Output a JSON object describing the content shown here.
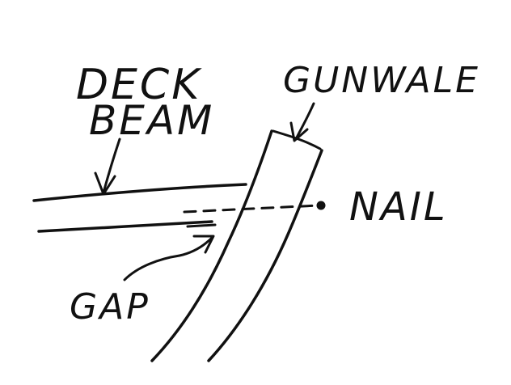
{
  "labels": {
    "deck_beam_line1": "DECK",
    "deck_beam_line2": "BEAM",
    "gunwale": "GUNWALE",
    "nail": "NAIL",
    "gap": "GAP"
  },
  "colors": {
    "ink": "#111111",
    "paper": "#ffffff"
  }
}
